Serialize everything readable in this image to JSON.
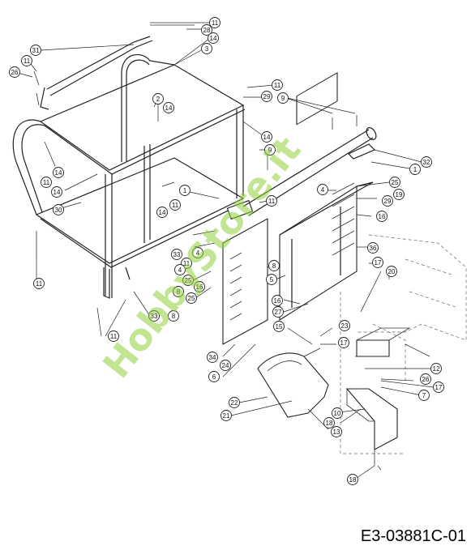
{
  "watermark": "HobbyStore.it",
  "drawing_ref": "E3-03881C-01",
  "callouts": [
    "11",
    "28",
    "14",
    "3",
    "31",
    "11",
    "26",
    "2",
    "14",
    "11",
    "29",
    "9",
    "14",
    "9",
    "14",
    "11",
    "14",
    "1",
    "11",
    "30",
    "14",
    "1",
    "32",
    "4",
    "25",
    "29",
    "16",
    "11",
    "36",
    "4",
    "33",
    "11",
    "25",
    "8",
    "17",
    "16",
    "20",
    "12",
    "25",
    "16",
    "27",
    "23",
    "15",
    "17",
    "34",
    "24",
    "6",
    "26",
    "22",
    "21",
    "17",
    "7",
    "10",
    "18",
    "13",
    "18",
    "12",
    "19",
    "11",
    "33",
    "8",
    "11",
    "5",
    "8",
    "4"
  ]
}
